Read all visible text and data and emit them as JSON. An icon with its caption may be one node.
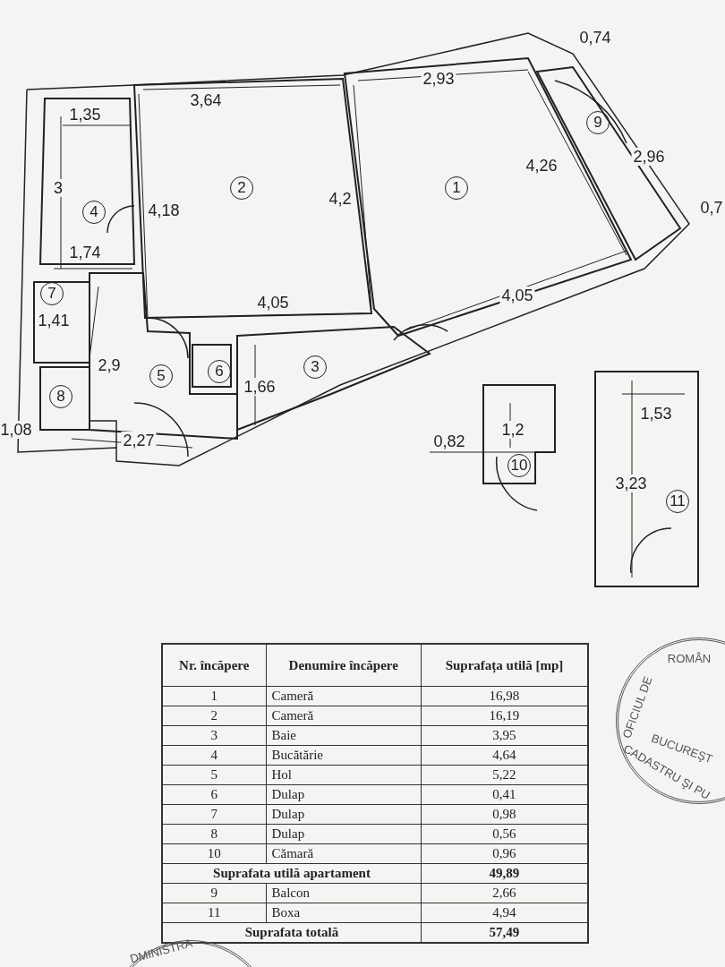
{
  "diagram": {
    "nodes": [
      {
        "text": [
          "1"
        ]
      },
      {
        "text": [
          "2"
        ]
      },
      {
        "text": [
          "3"
        ]
      },
      {
        "text": [
          "4"
        ]
      },
      {
        "text": [
          "5"
        ]
      },
      {
        "text": [
          "6"
        ]
      },
      {
        "text": [
          "7"
        ]
      },
      {
        "text": [
          "8"
        ]
      },
      {
        "text": [
          "9"
        ]
      },
      {
        "text": [
          "10"
        ]
      },
      {
        "text": [
          "11"
        ]
      }
    ],
    "labels": [
      "0,74",
      "2,93",
      "3,64",
      "1,35",
      "3",
      "4,18",
      "4,2",
      "4,26",
      "2,96",
      "0,7",
      "1,74",
      "1,41",
      "4,05",
      "4,05",
      "2,9",
      "1,66",
      "1,08",
      "2,27",
      "1,53",
      "1,2",
      "0,82",
      "3,23",
      "Nr. încăpere",
      "Denumire încăpere",
      "Suprafața utilă [mp]",
      "1",
      "Cameră",
      "16,98",
      "2",
      "Cameră",
      "16,19",
      "3",
      "Baie",
      "3,95",
      "4",
      "Bucătărie",
      "4,64",
      "5",
      "Hol",
      "5,22",
      "6",
      "Dulap",
      "0,41",
      "7",
      "Dulap",
      "0,98",
      "8",
      "Dulap",
      "0,56",
      "10",
      "Cămară",
      "0,96",
      "Suprafata utilă apartament",
      "49,89",
      "9",
      "Balcon",
      "2,66",
      "11",
      "Boxa",
      "4,94",
      "Suprafata totală",
      "57,49",
      "ROMÂN",
      "OFICIUL DE",
      "CADASTRU ŞI PU",
      "BUCUREŞT",
      "DMINISTRA"
    ]
  }
}
